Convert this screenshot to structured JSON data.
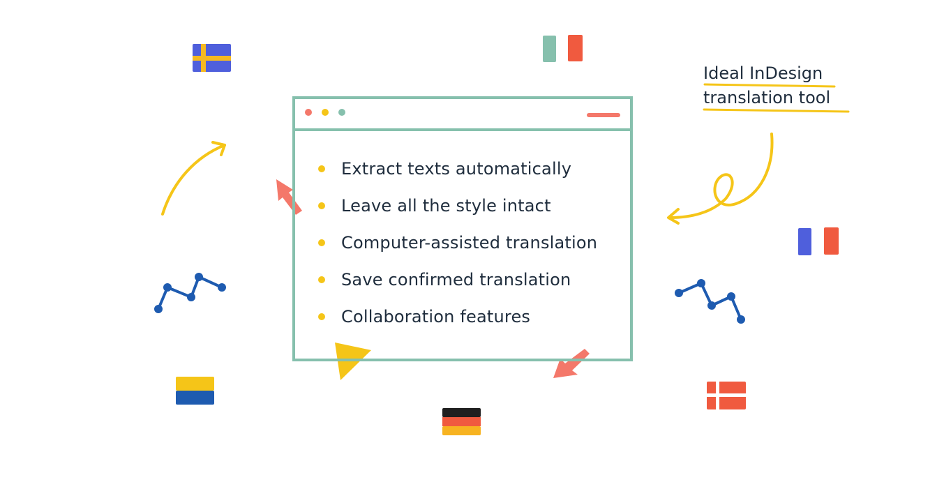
{
  "colors": {
    "window_border": "#86c0ad",
    "text": "#1f2d3d",
    "yellow": "#f5c518",
    "coral": "#f4786a",
    "blue": "#1e5bb0",
    "flag_blue": "#4f5fdc",
    "flag_red": "#f05a3f",
    "teal": "#86c0ad"
  },
  "window": {
    "controls": [
      "close-dot",
      "minimize-dot",
      "maximize-dot"
    ],
    "features": [
      "Extract texts automatically",
      "Leave all the style intact",
      "Computer-assisted translation",
      "Save confirmed translation",
      "Collaboration features"
    ]
  },
  "callout": {
    "line1": "Ideal InDesign",
    "line2": "translation tool"
  },
  "flags": [
    "Sweden",
    "Italy",
    "France",
    "Ukraine",
    "Germany",
    "Denmark"
  ]
}
